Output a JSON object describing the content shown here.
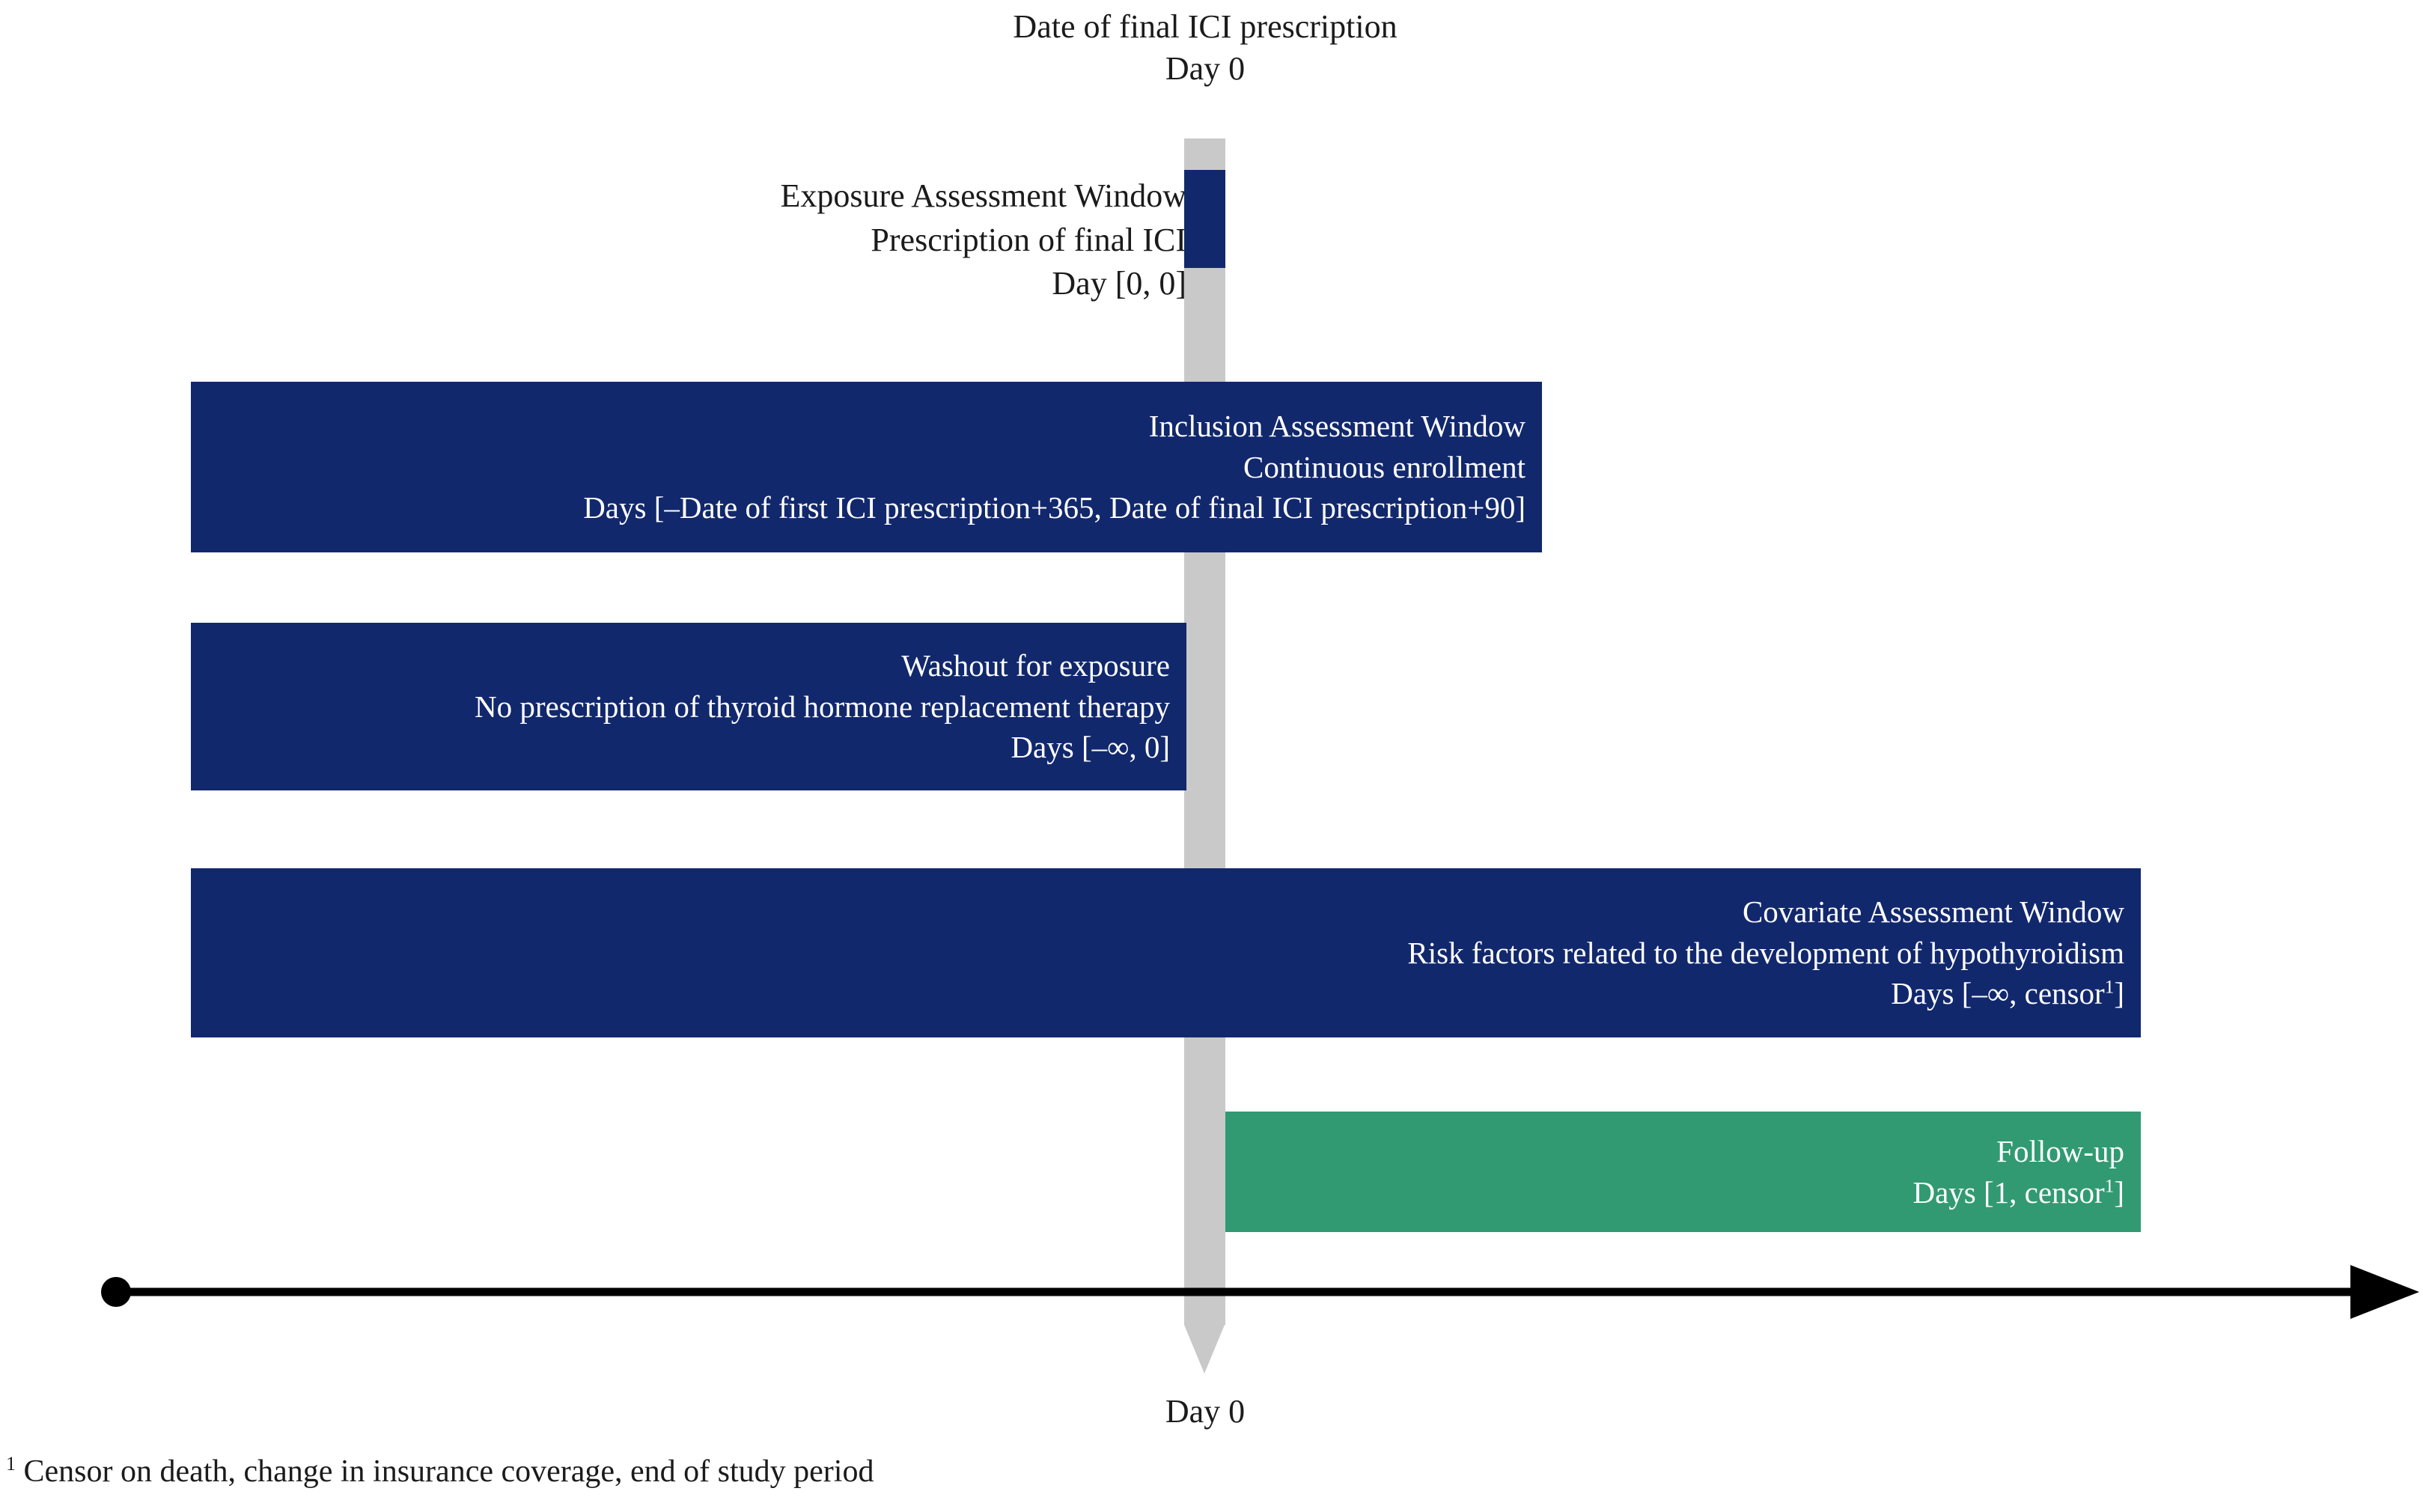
{
  "figure": {
    "type": "study-design-timeline",
    "anchor_top": {
      "line1": "Date of final ICI prescription",
      "line2": "Day 0"
    },
    "anchor_bottom": {
      "label": "Day 0"
    },
    "footnote": {
      "marker": "1",
      "text": " Censor on death, change in insurance coverage, end of study period"
    },
    "colors": {
      "navy": "#12286d",
      "green": "#319a72",
      "marker_grey": "#c9c9c9",
      "axis_black": "#000000",
      "bar_text": "#ffffff",
      "page_text": "#1b1b1b"
    },
    "windows": [
      {
        "id": "exposure",
        "title": "Exposure Assessment Window",
        "detail": "Prescription of final ICI",
        "days": "Day [0, 0]",
        "color": "navy",
        "label_placement": "outside-left"
      },
      {
        "id": "inclusion",
        "title": "Inclusion Assessment Window",
        "detail": "Continuous enrollment",
        "days": "Days [–Date of first ICI prescription+365, Date of final ICI prescription+90]",
        "color": "navy",
        "label_placement": "inside-right"
      },
      {
        "id": "washout",
        "title": "Washout for exposure",
        "detail": "No prescription of thyroid hormone replacement therapy",
        "days": "Days [–∞, 0]",
        "color": "navy",
        "label_placement": "inside-right"
      },
      {
        "id": "covariate",
        "title": "Covariate Assessment Window",
        "detail": "Risk factors related to the development of hypothyroidism",
        "days_prefix": "Days [–∞, censor",
        "days_sup": "1",
        "days_suffix": "]",
        "color": "navy",
        "label_placement": "inside-right"
      },
      {
        "id": "followup",
        "title": "Follow-up",
        "detail": "",
        "days_prefix": "Days [1, censor",
        "days_sup": "1",
        "days_suffix": "]",
        "color": "green",
        "label_placement": "inside-right"
      }
    ]
  }
}
